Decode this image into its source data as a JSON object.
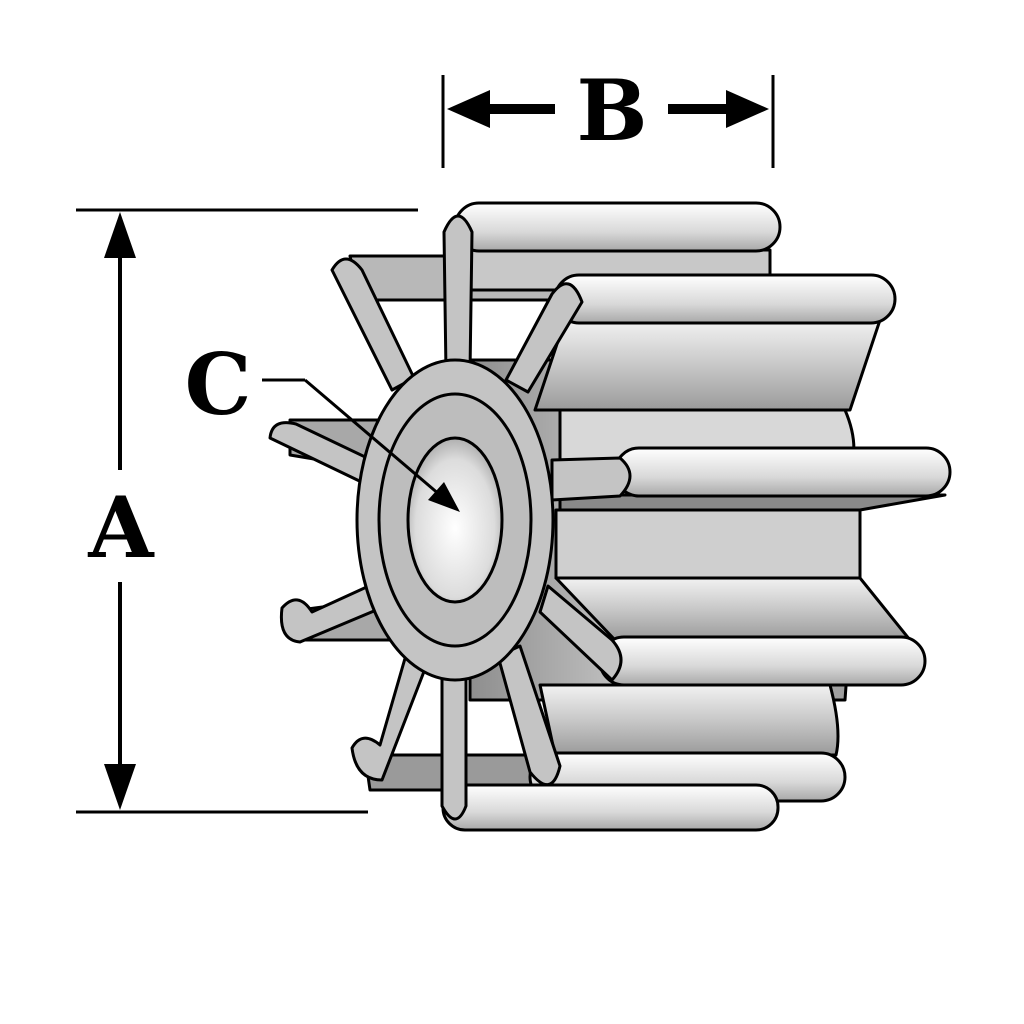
{
  "diagram": {
    "labels": {
      "a": "A",
      "b": "B",
      "c": "C"
    }
  },
  "colors": {
    "outline": "#000000",
    "part_light": "#e6e6e6",
    "part_mid": "#bdbdbd",
    "part_dark": "#8a8a8a",
    "background": "#ffffff"
  }
}
